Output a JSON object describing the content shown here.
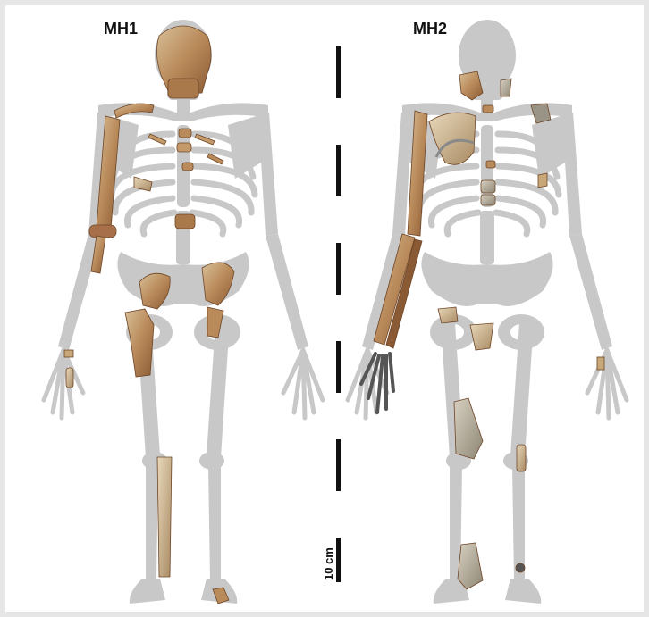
{
  "labels": {
    "left_specimen": "MH1",
    "right_specimen": "MH2",
    "scale": "10 cm"
  },
  "colors": {
    "silhouette": "#c8c8c8",
    "fossil_main": "#b98a5a",
    "fossil_dark": "#8a5a34",
    "fossil_light": "#d8bf98",
    "scale_bar": "#111111"
  },
  "icons": [
    "skeleton-silhouette",
    "fossil-bone",
    "scale-bar"
  ]
}
